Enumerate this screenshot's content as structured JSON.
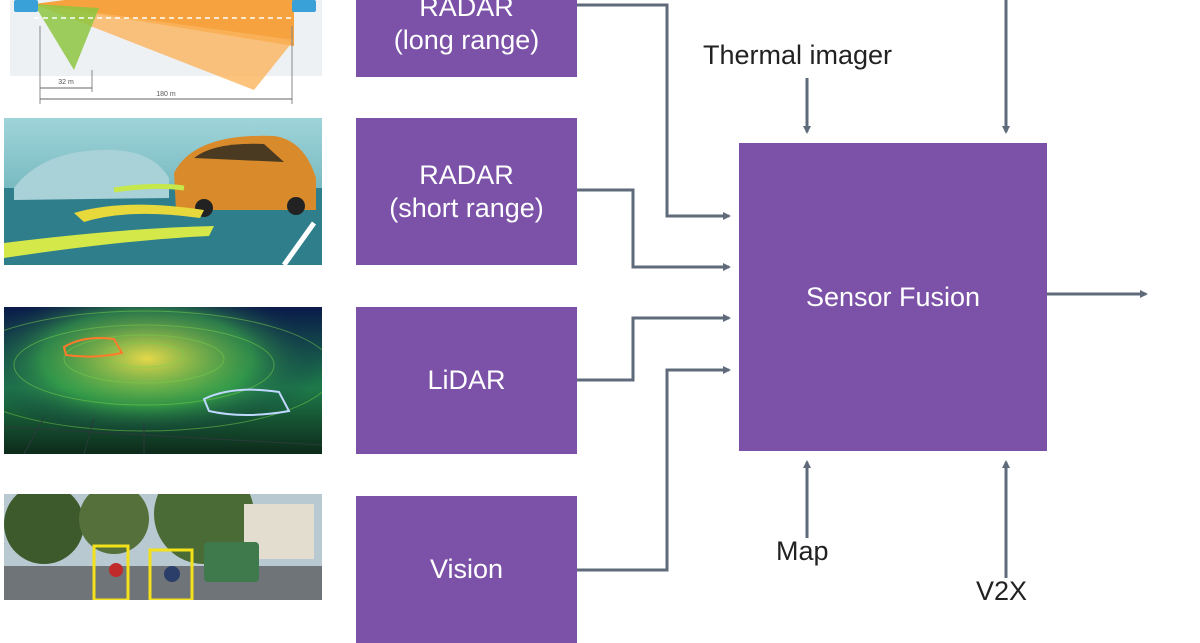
{
  "sensors": [
    {
      "id": "radar-long",
      "label": "RADAR\n(long range)",
      "thumbnail": "radar-long-range-coverage-illustration"
    },
    {
      "id": "radar-short",
      "label": "RADAR\n(short range)",
      "thumbnail": "radar-short-range-parking-scene"
    },
    {
      "id": "lidar",
      "label": "LiDAR",
      "thumbnail": "lidar-point-cloud-scene"
    },
    {
      "id": "vision",
      "label": "Vision",
      "thumbnail": "camera-object-detection-street-scene"
    }
  ],
  "radar_thumb": {
    "near_range": "32 m",
    "far_range": "180 m"
  },
  "fusion": {
    "label": "Sensor Fusion"
  },
  "inputs": {
    "thermal": "Thermal imager",
    "map": "Map",
    "v2x": "V2X"
  },
  "colors": {
    "box": "#7b52a7",
    "wire": "#5f6b7a",
    "orange": "#f7941d",
    "green": "#8dc63f"
  }
}
